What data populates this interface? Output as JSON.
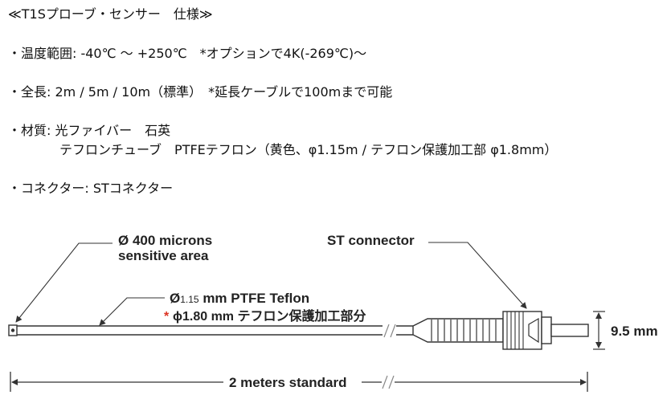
{
  "spec": {
    "title": "≪T1Sプローブ・センサー　仕様≫",
    "temperature": "・温度範囲: -40℃ ～ +250℃　*オプションで4K(-269℃)～",
    "length": "・全長: 2m / 5m / 10m（標準）　*延長ケーブルで100mまで可能",
    "material_1": "・材質: 光ファイバー　石英",
    "material_2": "　　　　テフロンチューブ　PTFEテフロン（黄色、φ1.15m / テフロン保護加工部 φ1.8mm）",
    "connector": "・コネクター: STコネクター"
  },
  "diagram": {
    "sensitive_line1": "Ø 400 microns",
    "sensitive_line2": "sensitive area",
    "connector_label": "ST connector",
    "teflon_prefix": "Ø",
    "teflon_size": "1.15",
    "teflon_rest": " mm PTFE Teflon",
    "protect_mark": "*",
    "protect_label": "ϕ1.80 mm テフロン保護加工部分",
    "height_label": "9.5 mm",
    "length_label": "2 meters standard"
  },
  "colors": {
    "line": "#333333",
    "accent_red": "#dd3322"
  }
}
